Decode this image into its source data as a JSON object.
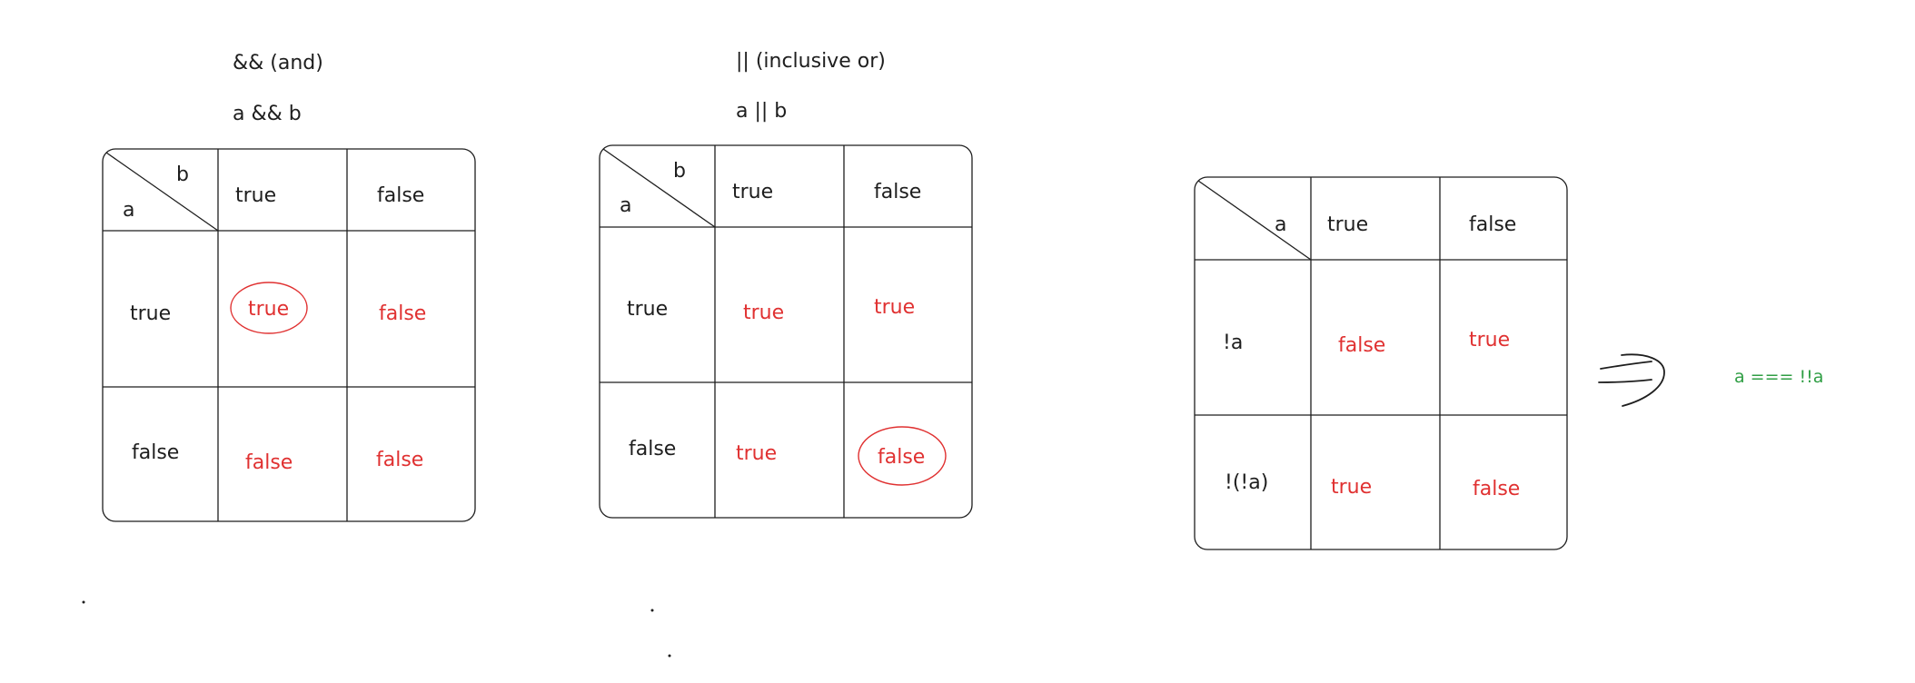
{
  "and_table": {
    "title": "&& (and)",
    "expression": "a && b",
    "corner_col": "b",
    "corner_row": "a",
    "col_headers": [
      "true",
      "false"
    ],
    "row_headers": [
      "true",
      "false"
    ],
    "cells": [
      [
        "true",
        "false"
      ],
      [
        "false",
        "false"
      ]
    ]
  },
  "or_table": {
    "title": "|| (inclusive or)",
    "expression": "a || b",
    "corner_col": "b",
    "corner_row": "a",
    "col_headers": [
      "true",
      "false"
    ],
    "row_headers": [
      "true",
      "false"
    ],
    "cells": [
      [
        "true",
        "true"
      ],
      [
        "true",
        "false"
      ]
    ]
  },
  "not_table": {
    "corner_col": "a",
    "col_headers": [
      "true",
      "false"
    ],
    "row_headers": [
      "!a",
      "!(!a)"
    ],
    "cells": [
      [
        "false",
        "true"
      ],
      [
        "true",
        "false"
      ]
    ]
  },
  "conclusion": "a === !!a",
  "colors": {
    "ink": "#1e1e1e",
    "result": "#e03131",
    "conclusion": "#2f9e44"
  }
}
